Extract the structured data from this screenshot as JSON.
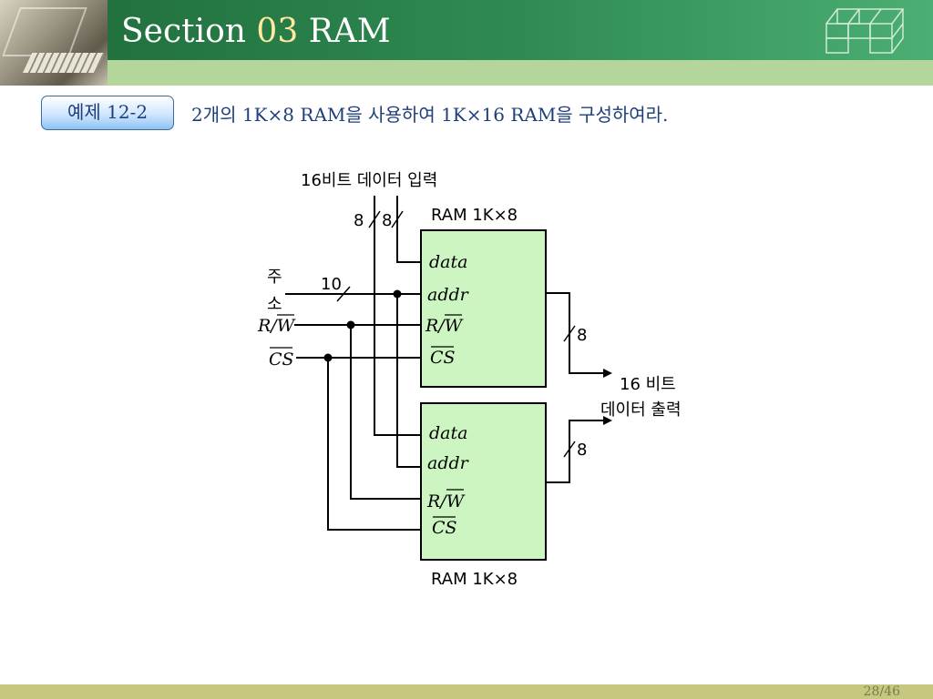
{
  "header": {
    "title_section": "Section",
    "title_number": "03",
    "title_topic": "RAM"
  },
  "example": {
    "badge": "예제 12-2",
    "problem": "2개의 1K×8 RAM을 사용하여 1K×16 RAM을 구성하여라."
  },
  "diagram": {
    "input_label": "16비트 데이터 입력",
    "input_bus_widths": [
      "8",
      "8"
    ],
    "address_label_line1": "주",
    "address_label_line2": "소",
    "address_width": "10",
    "rw_label": "R/W",
    "cs_label": "CS",
    "ram_top_label": "RAM 1K×8",
    "ram_bottom_label": "RAM 1K×8",
    "pin_data": "data",
    "pin_addr": "addr",
    "pin_rw": "R/W",
    "pin_cs": "CS",
    "output_widths": [
      "8",
      "8"
    ],
    "output_label_line1": "16 비트",
    "output_label_line2": "데이터 출력",
    "colors": {
      "chip_fill": "#ccf5c2",
      "wire": "#000000"
    }
  },
  "footer": {
    "page": "28/46"
  }
}
